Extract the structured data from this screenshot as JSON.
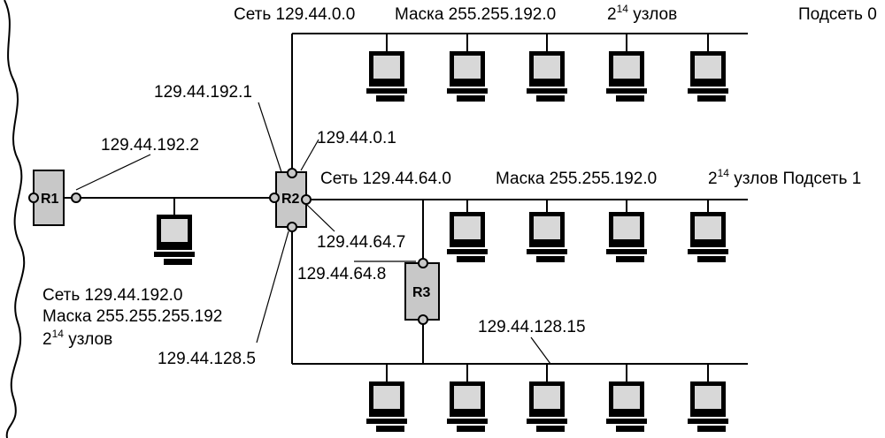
{
  "subnet0": {
    "net": "Сеть 129.44.0.0",
    "mask": "Маска 255.255.192.0",
    "hosts_base": "2",
    "hosts_exp": "14",
    "hosts_word": " узлов",
    "name": "Подсеть 0"
  },
  "subnet1": {
    "net": "Сеть 129.44.64.0",
    "mask": "Маска 255.255.192.0",
    "hosts_base": "2",
    "hosts_exp": "14",
    "hosts_word": " узлов Подсеть 1"
  },
  "left_net": {
    "net": "Сеть 129.44.192.0",
    "mask": "Маска 255.255.255.192",
    "hosts_base": "2",
    "hosts_exp": "14",
    "hosts_word": " узлов"
  },
  "routers": {
    "r1": "R1",
    "r2": "R2",
    "r3": "R3"
  },
  "addresses": {
    "r2_wan": "129.44.192.1",
    "r1_wan": "129.44.192.2",
    "r2_s0": "129.44.0.1",
    "r2_s1": "129.44.64.7",
    "r3_s1": "129.44.64.8",
    "r2_s2": "129.44.128.5",
    "host_s2": "129.44.128.15"
  },
  "colors": {
    "router_fill": "#c8c8c8",
    "screen_fill": "#d8d8d8",
    "line": "#000000"
  }
}
